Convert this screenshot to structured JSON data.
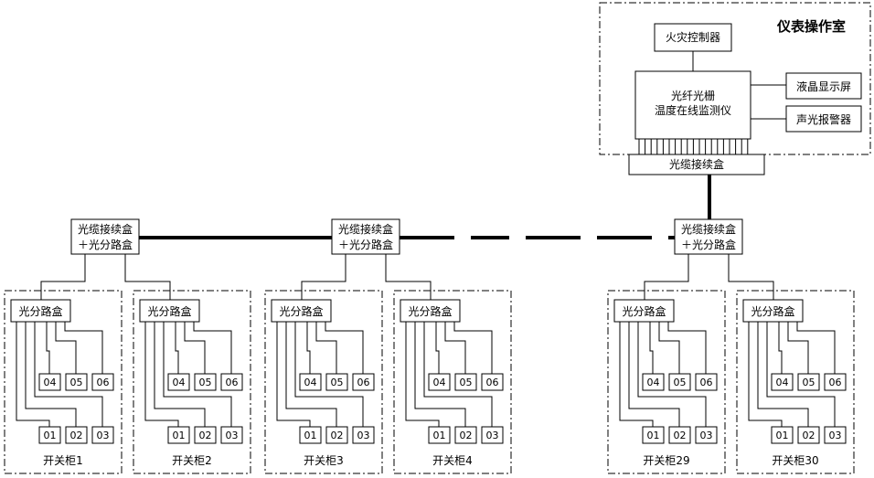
{
  "control_room": {
    "title": "仪表操作室",
    "fire_controller": "火灾控制器",
    "monitor_line1": "光纤光栅",
    "monitor_line2": "温度在线监测仪",
    "lcd_screen": "液晶显示屏",
    "alarm": "声光报警器",
    "cable_box": "光缆接续盒"
  },
  "junctions": [
    {
      "line1": "光缆接续盒",
      "line2": "＋光分路盒"
    },
    {
      "line1": "光缆接续盒",
      "line2": "＋光分路盒"
    },
    {
      "line1": "光缆接续盒",
      "line2": "＋光分路盒"
    }
  ],
  "cabinet": {
    "splitter_label": "光分路盒",
    "ports_top": [
      "04",
      "05",
      "06"
    ],
    "ports_bottom": [
      "01",
      "02",
      "03"
    ]
  },
  "cabinets": [
    "开关柜1",
    "开关柜2",
    "开关柜3",
    "开关柜4",
    "开关柜29",
    "开关柜30"
  ]
}
